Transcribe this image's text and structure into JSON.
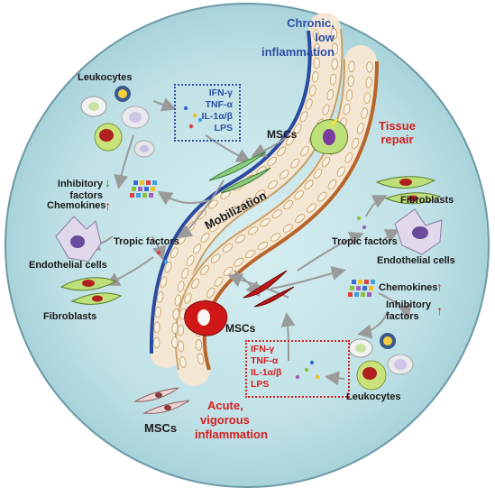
{
  "chronic": {
    "line1": "Chronic,",
    "line2": "low",
    "line3": "inflammation"
  },
  "acute": {
    "line1": "Acute,",
    "line2": "vigorous",
    "line3": "inflammation"
  },
  "tissue_repair": {
    "line1": "Tissue",
    "line2": "repair"
  },
  "mobilization": "Mobilization",
  "left": {
    "leukocytes": "Leukocytes",
    "cytokines": [
      "IFN-γ",
      "TNF-α",
      "IL-1α/β",
      "LPS"
    ],
    "mscs": "MSCs",
    "inhibitory_factors": [
      "Inhibitory",
      "factors"
    ],
    "chemokines": "Chemokines",
    "tropic_factors": "Tropic factors",
    "endothelial_cells": "Endothelial cells",
    "fibroblasts": "Fibroblasts"
  },
  "right": {
    "fibroblasts": "Fibroblasts",
    "tropic_factors": "Tropic factors",
    "endothelial_cells": "Endothelial cells",
    "chemokines": "Chemokines",
    "inhibitory_factors": [
      "Inhibitory",
      "factors"
    ],
    "mscs": "MSCs",
    "cytokines": [
      "IFN-γ",
      "TNF-α",
      "IL-1α/β",
      "LPS"
    ],
    "leukocytes": "Leukocytes"
  },
  "bottom_mscs": "MSCs",
  "arrows": {
    "up": "↑",
    "down": "↓"
  },
  "colors": {
    "background": "#bfe0e6",
    "blue_vessel": "#2a4aa0",
    "brown_vessel": "#b8642a",
    "red": "#d62020",
    "blue_text": "#2d4fa6"
  }
}
